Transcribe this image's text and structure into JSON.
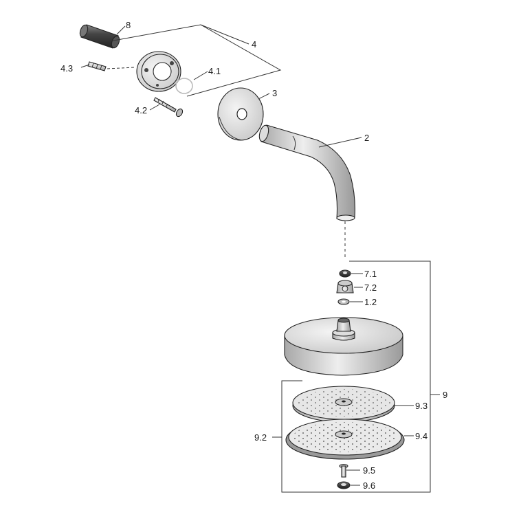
{
  "callouts": {
    "p8": "8",
    "p4": "4",
    "p4_3": "4.3",
    "p4_1": "4.1",
    "p3": "3",
    "p4_2": "4.2",
    "p2": "2",
    "p7_1": "7.1",
    "p7_2": "7.2",
    "p1_2": "1.2",
    "p9": "9",
    "p9_3": "9.3",
    "p9_2": "9.2",
    "p9_4": "9.4",
    "p9_5": "9.5",
    "p9_6": "9.6"
  }
}
